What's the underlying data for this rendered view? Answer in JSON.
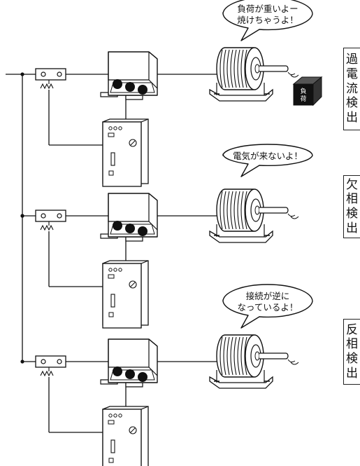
{
  "rows": [
    {
      "id": "overcurrent",
      "bubble_lines": [
        "負荷が重いよー",
        "焼けちゃうよ！"
      ],
      "side_label": "過電流検出",
      "has_load": true,
      "load_label": [
        "負",
        "荷"
      ]
    },
    {
      "id": "open-phase",
      "bubble_lines": [
        "電気が来ないよ！"
      ],
      "side_label": "欠相検出",
      "has_load": false
    },
    {
      "id": "reverse-phase",
      "bubble_lines": [
        "接続が逆に",
        "なっているよ！"
      ],
      "side_label": "反相検出",
      "has_load": false
    }
  ],
  "colors": {
    "line": "#111111",
    "fill": "#ffffff",
    "dark": "#111111"
  }
}
